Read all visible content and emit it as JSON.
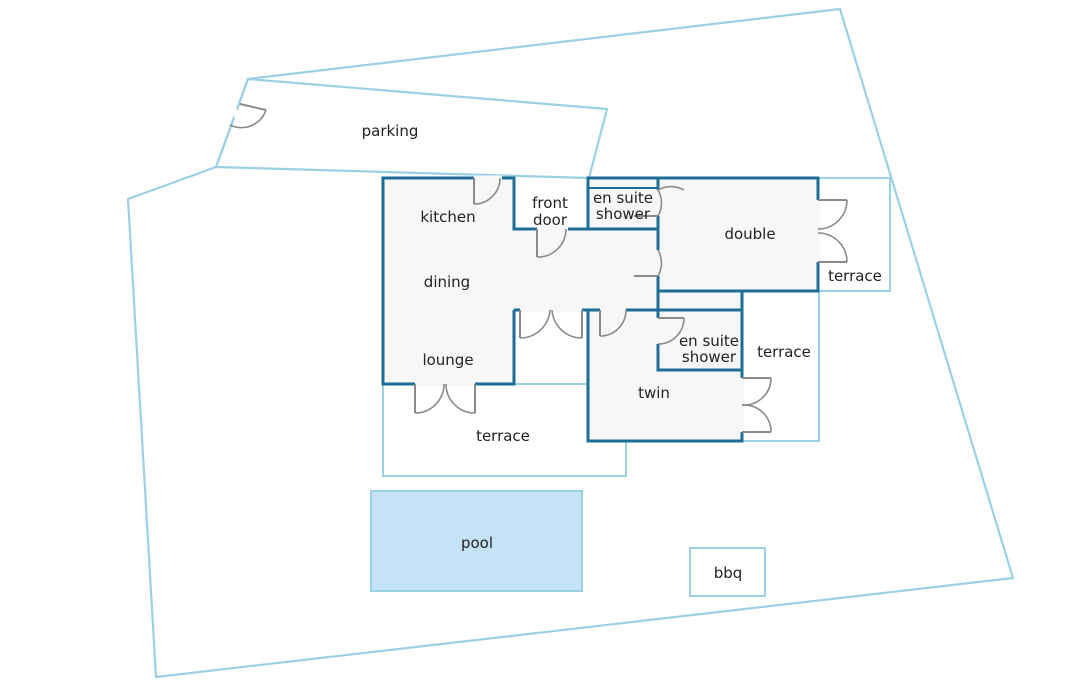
{
  "labels": {
    "parking": "parking",
    "kitchen": "kitchen",
    "front_door_line1": "front",
    "front_door_line2": "door",
    "en_suite_1_line1": "en suite",
    "en_suite_1_line2": "shower",
    "double": "double",
    "terrace_east": "terrace",
    "dining": "dining",
    "en_suite_2_line1": "en suite",
    "en_suite_2_line2": "shower",
    "terrace_mid": "terrace",
    "lounge": "lounge",
    "twin": "twin",
    "terrace_south": "terrace",
    "pool": "pool",
    "bbq": "bbq"
  },
  "colors": {
    "site_outline": "#9cd0e4",
    "house_walls": "#1c6e94",
    "pool_fill": "#c4e3f6",
    "door": "#8a8a8a"
  }
}
